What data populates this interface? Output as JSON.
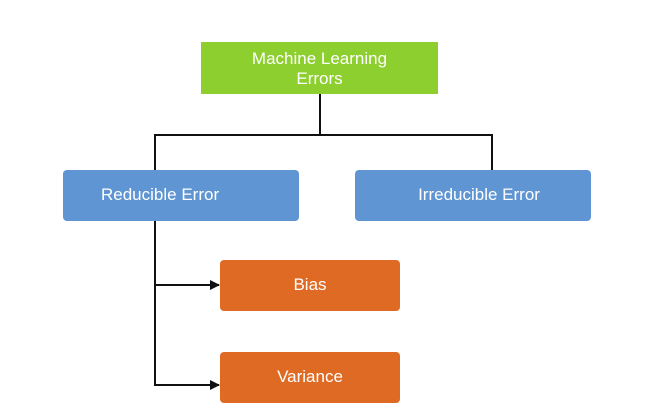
{
  "diagram": {
    "root": {
      "line1": "Machine Learning",
      "line2": "Errors",
      "color": "#8ccf2e"
    },
    "reducible": {
      "label": "Reducible Error",
      "color": "#5e95d2"
    },
    "irreducible": {
      "label": "Irreducible Error",
      "color": "#5e95d2"
    },
    "bias": {
      "label": "Bias",
      "color": "#df6a23"
    },
    "variance": {
      "label": "Variance",
      "color": "#df6a23"
    },
    "connector_color": "#111111"
  }
}
